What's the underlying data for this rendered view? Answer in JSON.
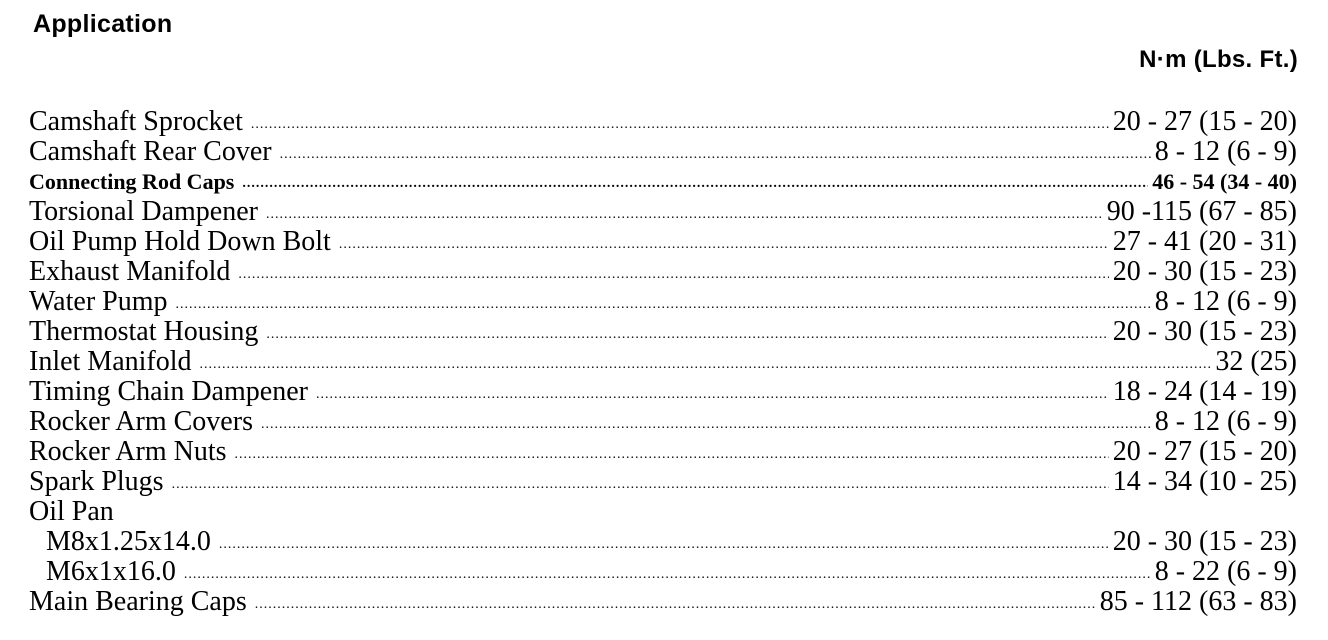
{
  "header": {
    "application_label": "Application",
    "unit_label": "N·m (Lbs. Ft.)"
  },
  "rows": [
    {
      "name": "Camshaft Sprocket",
      "value": "20 - 27 (15 - 20)"
    },
    {
      "name": "Camshaft Rear Cover",
      "value": "8 - 12 (6 - 9)"
    },
    {
      "name": "Connecting Rod Caps",
      "value": "46 - 54 (34 - 40)"
    },
    {
      "name": "Torsional Dampener",
      "value": "90 -115 (67 - 85)"
    },
    {
      "name": "Oil Pump Hold Down Bolt",
      "value": "27 - 41 (20 - 31)"
    },
    {
      "name": "Exhaust Manifold",
      "value": "20 - 30 (15 - 23)"
    },
    {
      "name": "Water Pump",
      "value": "8 - 12 (6 - 9)"
    },
    {
      "name": "Thermostat Housing",
      "value": "20 - 30 (15 - 23)"
    },
    {
      "name": "Inlet Manifold",
      "value": "32 (25)"
    },
    {
      "name": "Timing Chain Dampener",
      "value": "18 - 24 (14 - 19)"
    },
    {
      "name": "Rocker Arm Covers",
      "value": "8 - 12 (6 - 9)"
    },
    {
      "name": "Rocker Arm Nuts",
      "value": "20 - 27 (15 - 20)"
    },
    {
      "name": "Spark Plugs",
      "value": "14 - 34 (10 - 25)"
    },
    {
      "name": "Oil Pan",
      "value": ""
    },
    {
      "name": "M8x1.25x14.0",
      "value": "20 - 30 (15 - 23)"
    },
    {
      "name": "M6x1x16.0",
      "value": "8 - 22 (6 - 9)"
    },
    {
      "name": "Main Bearing Caps",
      "value": "85 - 112 (63 - 83)"
    }
  ]
}
